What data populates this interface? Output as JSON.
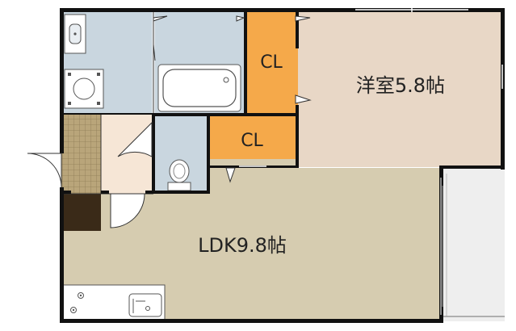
{
  "rooms": {
    "western_room": {
      "name": "洋室5.8帖"
    },
    "ldk": {
      "name": "LDK9.8帖"
    },
    "closet_top": {
      "name": "CL"
    },
    "closet_mid": {
      "name": "CL"
    }
  },
  "colors": {
    "wall": "#111111",
    "western_floor": "#e8d7c6",
    "ldk_floor": "#d6ccb0",
    "wet_area": "#c9d6df",
    "closet": "#f5a94a",
    "entrance": "#f6e6d6",
    "shoe_tile": "#b9a57a",
    "storage": "#3a2a18",
    "balcony": "#eeeeee"
  },
  "icons": [
    "sink-icon",
    "washing-machine-icon",
    "bathtub-icon",
    "toilet-icon",
    "stove-icon",
    "kitchen-sink-icon",
    "door-swing-icon"
  ]
}
